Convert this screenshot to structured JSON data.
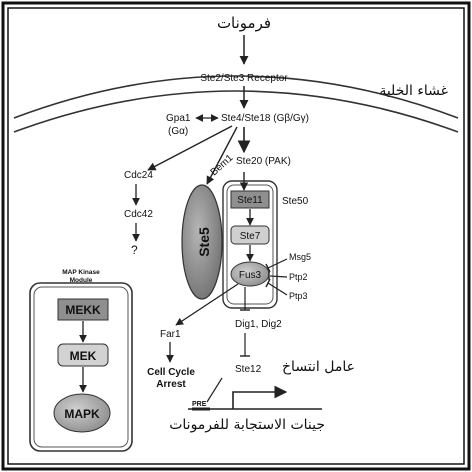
{
  "pathway": {
    "signal_ar": "فرمونات",
    "receptor": "Ste2/Ste3 Receptor",
    "membrane_ar": "غشاء الخلية",
    "gpa1": "Gpa1",
    "galpha": "(Gα)",
    "gbg": "Ste4/Ste18 (Gβ/Gγ)",
    "cdc24": "Cdc24",
    "cdc42": "Cdc42",
    "unknown": "?",
    "bem1": "Bem1",
    "ste20": "Ste20 (PAK)",
    "ste5": "Ste5",
    "ste11": "Ste11",
    "ste50": "Ste50",
    "ste7": "Ste7",
    "fus3": "Fus3",
    "msg5": "Msg5",
    "ptp2": "Ptp2",
    "ptp3": "Ptp3",
    "far1": "Far1",
    "arrest_line1": "Cell Cycle",
    "arrest_line2": "Arrest",
    "dig": "Dig1, Dig2",
    "ste12": "Ste12",
    "tf_ar": "عامل انتساخ",
    "pre": "PRE",
    "genes_ar": "جينات الاستجابة للفرمونات"
  },
  "module": {
    "title_line1": "MAP Kinase",
    "title_line2": "Module",
    "mekk": "MEKK",
    "mek": "MEK",
    "mapk": "MAPK"
  }
}
